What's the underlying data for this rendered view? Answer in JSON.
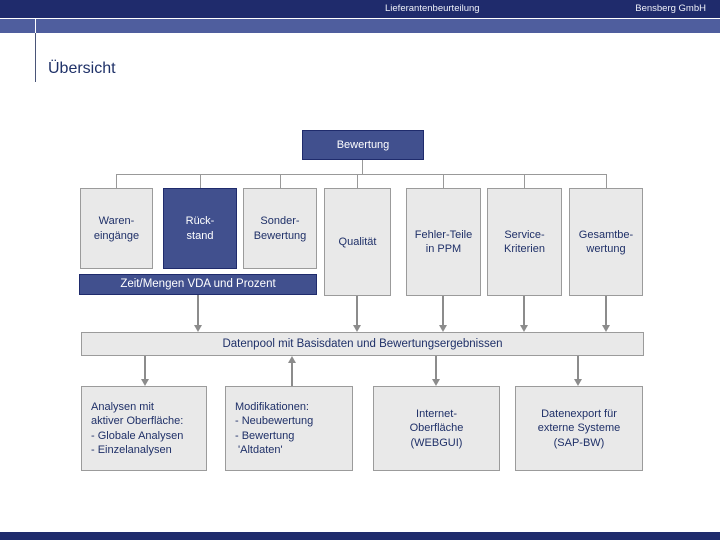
{
  "header": {
    "document_title": "Lieferantenbeurteilung",
    "company": "Bensberg GmbH"
  },
  "slide": {
    "title": "Übersicht"
  },
  "colors": {
    "navy": "#1f2b6c",
    "slate_fill": "#41508e",
    "subbar_slate": "#4f5e9e",
    "light_box_fill": "#e9e9e9",
    "light_box_border": "#9b9b9b",
    "text_navy": "#1f3068",
    "connector_gray": "#999999",
    "arrow_gray": "#8c8c8c"
  },
  "diagram": {
    "root": {
      "label": "Bewertung"
    },
    "criteria": [
      {
        "id": "wareneingaenge",
        "label": "Waren-\neingänge",
        "style": "light"
      },
      {
        "id": "rueckstand",
        "label": "Rück-\nstand",
        "style": "blue"
      },
      {
        "id": "sonder-bewertung",
        "label": "Sonder-\nBewertung",
        "style": "light"
      },
      {
        "id": "qualitaet",
        "label": "Qualität",
        "style": "light"
      },
      {
        "id": "fehler-teile",
        "label": "Fehler-Teile\nin PPM",
        "style": "light"
      },
      {
        "id": "service-kriterien",
        "label": "Service-\nKriterien",
        "style": "light"
      },
      {
        "id": "gesamtbewertung",
        "label": "Gesamtbe-\nwertung",
        "style": "light"
      }
    ],
    "band": {
      "label": "Zeit/Mengen VDA und Prozent"
    },
    "datapool": {
      "label": "Datenpool mit Basisdaten und Bewertungsergebnissen"
    },
    "outputs": [
      {
        "id": "analysen",
        "label": "Analysen mit\naktiver Oberfläche:\n- Globale Analysen\n- Einzelanalysen"
      },
      {
        "id": "modifikationen",
        "label": "Modifikationen:\n- Neubewertung\n- Bewertung\n 'Altdaten'"
      },
      {
        "id": "internet-oberflaeche",
        "label": "Internet-\nOberfläche\n(WEBGUI)"
      },
      {
        "id": "datenexport",
        "label": "Datenexport für\nexterne Systeme\n(SAP-BW)"
      }
    ]
  }
}
